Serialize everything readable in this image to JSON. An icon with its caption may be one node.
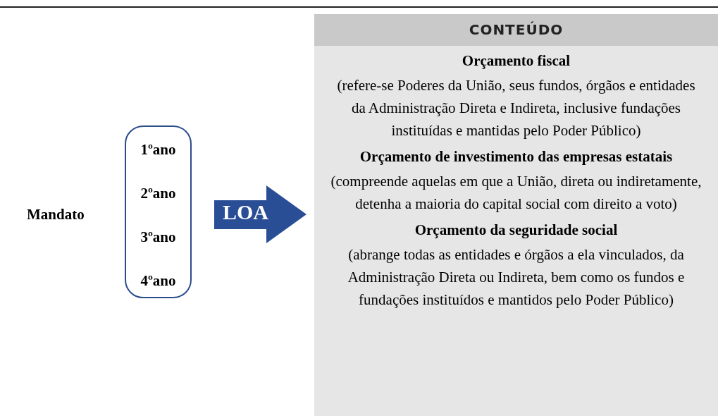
{
  "diagram": {
    "nodes": [
      {
        "text": [
          "1ºano",
          "2ºano",
          "3ºano",
          "4ºano"
        ]
      },
      {
        "text": [
          "CONTEÚDO",
          "Orçamento fiscal",
          "(refere-se Poderes da União, seus fundos, órgãos e entidades da Administração Direta e Indireta, inclusive fundações instituídas e mantidas pelo Poder Público)",
          "Orçamento de investimento das empresas estatais",
          "(compreende aquelas em que a União, direta ou indiretamente, detenha a maioria do capital social com direito a voto)",
          "Orçamento da seguridade social",
          "(abrange todas as entidades e órgãos a ela vinculados, da Administração Direta ou Indireta, bem como os fundos e fundações instituídos e mantidos pelo Poder Público)"
        ]
      }
    ],
    "edges": [
      {
        "from": 0,
        "to": 1,
        "arrow": "to",
        "label": "LOA",
        "style": "thick"
      }
    ],
    "labels": [
      "Mandato"
    ]
  }
}
